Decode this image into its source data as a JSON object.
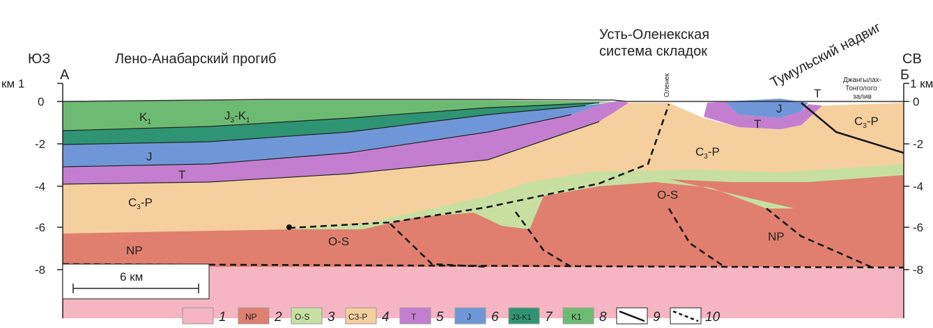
{
  "directions": {
    "sw": "ЮЗ",
    "ne": "СВ"
  },
  "section_ends": {
    "start": "А",
    "end": "Б"
  },
  "regions": {
    "trough": "Лено-Анабарский прогиб",
    "fold_line1": "Усть-Оленекская",
    "fold_line2": "система складок",
    "thrust": "Тумульский надвиг",
    "river": "Оленек",
    "bay_line1": "Джангылах-",
    "bay_line2": "Тонголого",
    "bay_line3": "залив"
  },
  "axis": {
    "km_left": "км 1",
    "km_right": "1 км",
    "ticks": [
      "0",
      "-2",
      "-4",
      "-6",
      "-8"
    ]
  },
  "scale_bar": "6 км",
  "unit_labels": {
    "k1": "K",
    "k1_sub": "1",
    "j3k1": "J",
    "j3k1_sub1": "3",
    "j3k1_mid": "-K",
    "j3k1_sub2": "1",
    "j": "J",
    "t": "T",
    "c3p": "C",
    "c3p_sub": "3",
    "c3p_rest": "-P",
    "np": "NP",
    "os": "O-S"
  },
  "legend": [
    {
      "n": "1",
      "code": "",
      "color": "#f5b5c2"
    },
    {
      "n": "2",
      "code": "NP",
      "color": "#e07f6e"
    },
    {
      "n": "3",
      "code": "O-S",
      "color": "#c7e0a2"
    },
    {
      "n": "4",
      "code": "C3-P",
      "color": "#f6cf9e"
    },
    {
      "n": "5",
      "code": "T",
      "color": "#c47ed0"
    },
    {
      "n": "6",
      "code": "J",
      "color": "#6f97d8"
    },
    {
      "n": "7",
      "code": "J3-K1",
      "color": "#2f9473"
    },
    {
      "n": "8",
      "code": "K1",
      "color": "#6dbb72"
    },
    {
      "n": "9",
      "code": "",
      "color": "#000000"
    },
    {
      "n": "10",
      "code": "",
      "color": "#000000"
    }
  ],
  "colors": {
    "basement": "#f5b5c2",
    "np": "#e07f6e",
    "os": "#c7e0a2",
    "c3p": "#f6cf9e",
    "t": "#c47ed0",
    "j": "#6f97d8",
    "j3k1": "#2f9473",
    "k1": "#6dbb72"
  }
}
